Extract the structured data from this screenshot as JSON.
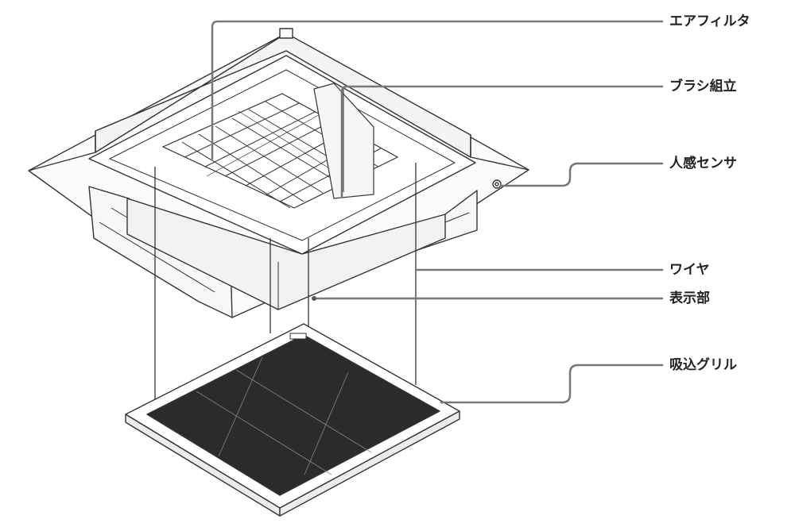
{
  "labels": {
    "air_filter": "エアフィルタ",
    "brush_assembly": "ブラシ組立",
    "motion_sensor": "人感センサ",
    "wire": "ワイヤ",
    "display": "表示部",
    "intake_grille": "吸込グリル"
  },
  "colors": {
    "line": "#333333",
    "leader": "#777777",
    "text": "#222222",
    "background": "#ffffff"
  }
}
